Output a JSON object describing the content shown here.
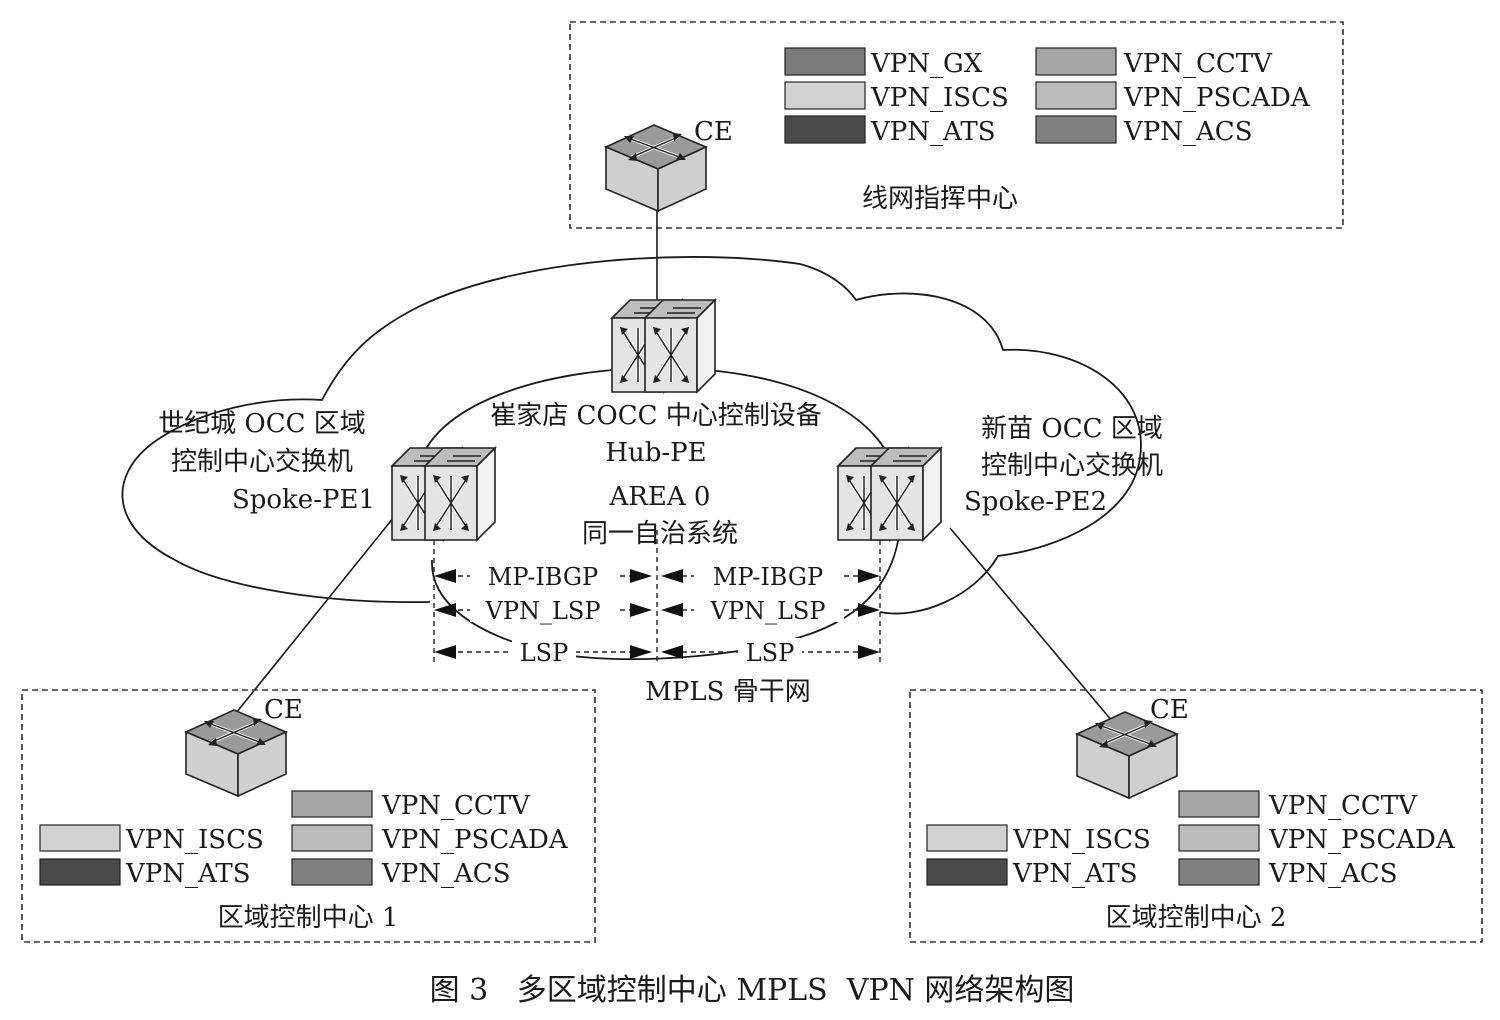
{
  "legend_colors": {
    "VPN_GX": "#7a7a7a",
    "VPN_ISCS": "#d2d2d2",
    "VPN_ATS": "#4a4a4a",
    "VPN_CCTV": "#a6a6a6",
    "VPN_PSCADA": "#bcbcbc",
    "VPN_ACS": "#808080"
  },
  "top_center": {
    "ce_label": "CE",
    "name": "线网指挥中心",
    "legend_left": [
      "VPN_GX",
      "VPN_ISCS",
      "VPN_ATS"
    ],
    "legend_right": [
      "VPN_CCTV",
      "VPN_PSCADA",
      "VPN_ACS"
    ]
  },
  "hub": {
    "line1": "崔家店 COCC 中心控制设备",
    "line2": "Hub-PE"
  },
  "spoke1": {
    "line1": "世纪城 OCC 区域",
    "line2": "控制中心交换机",
    "line3": "Spoke-PE1"
  },
  "spoke2": {
    "line1": "新苗 OCC 区域",
    "line2": "控制中心交换机",
    "line3": "Spoke-PE2"
  },
  "area": {
    "line1": "AREA 0",
    "line2": "同一自治系统"
  },
  "links": {
    "mp_ibgp": "MP-IBGP",
    "vpn_lsp": "VPN_LSP",
    "lsp": "LSP"
  },
  "backbone_label": "MPLS 骨干网",
  "region1": {
    "ce_label": "CE",
    "name": "区域控制中心 1",
    "legend_left": [
      "VPN_ISCS",
      "VPN_ATS"
    ],
    "legend_right": [
      "VPN_CCTV",
      "VPN_PSCADA",
      "VPN_ACS"
    ]
  },
  "region2": {
    "ce_label": "CE",
    "name": "区域控制中心 2",
    "legend_left": [
      "VPN_ISCS",
      "VPN_ATS"
    ],
    "legend_right": [
      "VPN_CCTV",
      "VPN_PSCADA",
      "VPN_ACS"
    ]
  },
  "caption": "图 3   多区域控制中心 MPLS  VPN 网络架构图"
}
